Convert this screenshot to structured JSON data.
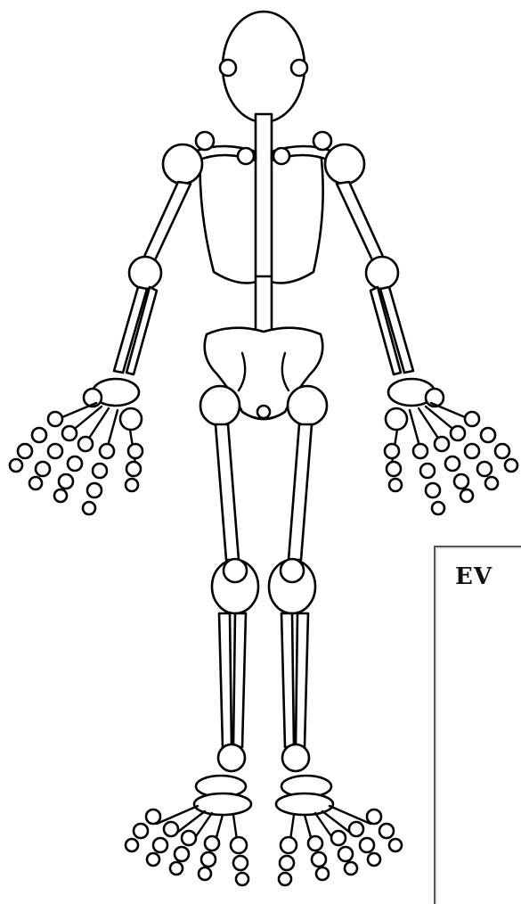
{
  "diagram": {
    "colors": {
      "stroke": "#000000",
      "fill": "#ffffff",
      "panel_border": "#555555"
    },
    "parts": [
      "head",
      "spine",
      "rib-cage",
      "pelvis",
      "left-arm",
      "right-arm",
      "left-hand",
      "right-hand",
      "left-leg",
      "right-leg",
      "left-foot",
      "right-foot"
    ]
  },
  "panel": {
    "label": "EV"
  }
}
